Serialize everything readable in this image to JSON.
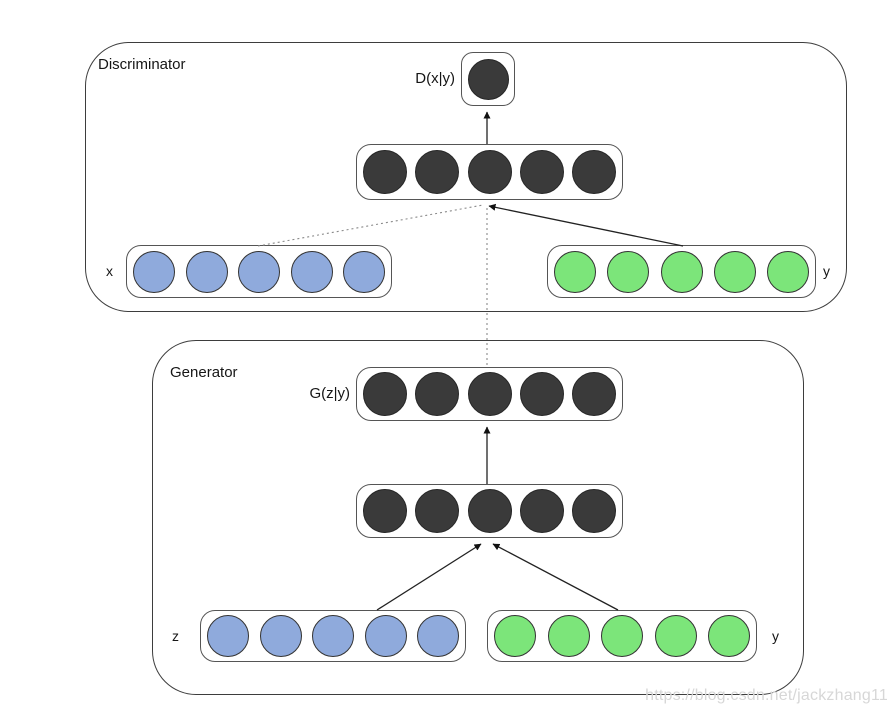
{
  "colors": {
    "blue": "#8FAADC",
    "green": "#7CE57A",
    "dark": "#3A3A3A",
    "watermark_gray": "#D7D7D7"
  },
  "discriminator": {
    "label": "Discriminator",
    "output": {
      "label": "D(x|y)",
      "count": 1,
      "color": "dark"
    },
    "hidden": {
      "count": 5,
      "color": "dark"
    },
    "x_row": {
      "label": "x",
      "count": 5,
      "color": "blue"
    },
    "y_row": {
      "label": "y",
      "count": 5,
      "color": "green"
    }
  },
  "generator": {
    "label": "Generator",
    "output": {
      "label": "G(z|y)",
      "count": 5,
      "color": "dark"
    },
    "hidden": {
      "count": 5,
      "color": "dark"
    },
    "z_row": {
      "label": "z",
      "count": 5,
      "color": "blue"
    },
    "y_row": {
      "label": "y",
      "count": 5,
      "color": "green"
    }
  },
  "watermark": "https://blog.csdn.net/jackzhang11"
}
